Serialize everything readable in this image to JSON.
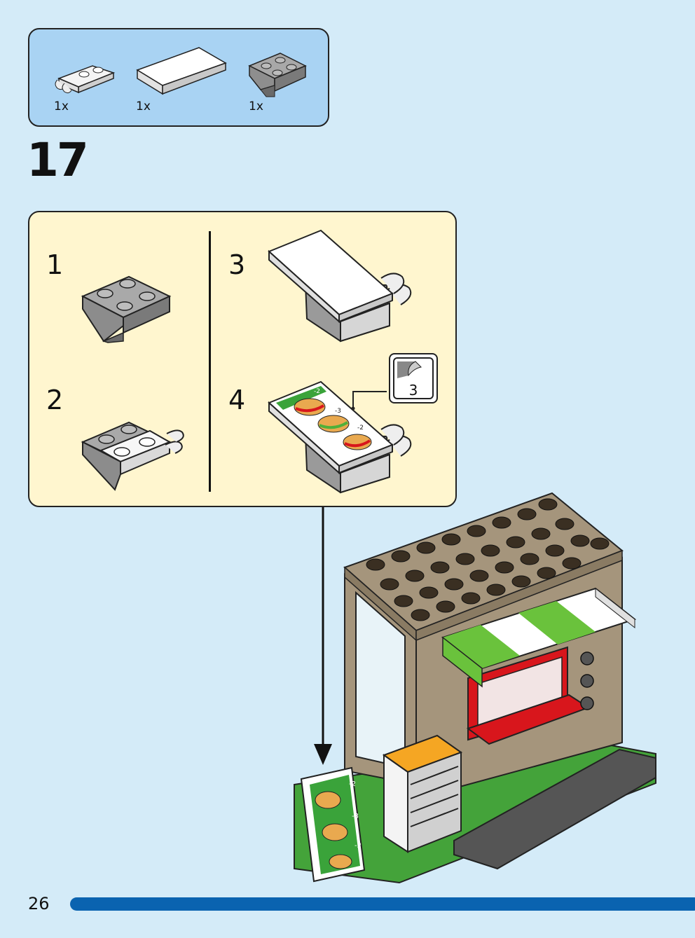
{
  "parts_list": {
    "items": [
      {
        "name": "plate-with-clip",
        "quantity": "1x"
      },
      {
        "name": "white-tile",
        "quantity": "1x"
      },
      {
        "name": "grey-inverted-slope",
        "quantity": "1x"
      }
    ]
  },
  "step": {
    "number": "17"
  },
  "substeps": [
    {
      "number": "1"
    },
    {
      "number": "2"
    },
    {
      "number": "3"
    },
    {
      "number": "4",
      "sticker_callout": "3"
    }
  ],
  "sign_labels": [
    "-2",
    "-3",
    "-2"
  ],
  "page": {
    "number": "26"
  },
  "colors": {
    "background": "#d4ebf8",
    "parts_panel": "#a9d3f3",
    "substep_panel": "#fff6cf",
    "page_bar": "#0a63b0",
    "brick_brown": "#a5957c",
    "awning_green": "#6ac23c",
    "counter_red": "#d8161c",
    "base_green": "#44a33a",
    "grey_brick": "#a5a5a5"
  }
}
